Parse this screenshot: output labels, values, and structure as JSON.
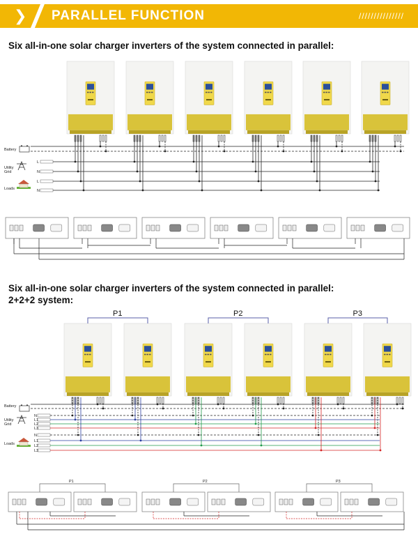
{
  "banner": {
    "title": "PARALLEL FUNCTION",
    "arrow_glyph": "❯",
    "hatch": "///////////////"
  },
  "section1": {
    "heading": "Six all-in-one solar charger inverters of the system connected in parallel:",
    "inverter_count": 6,
    "labels": {
      "battery": "Battery",
      "utility": "Utility Grid",
      "loads": "Loads"
    },
    "terminals": [
      "L",
      "N",
      "L",
      "N"
    ]
  },
  "section2": {
    "heading_line1": "Six all-in-one solar charger inverters of the system connected in parallel:",
    "heading_line2": "2+2+2 system:",
    "groups": [
      "P1",
      "P2",
      "P3"
    ],
    "labels": {
      "battery": "Battery",
      "utility": "Utility Grid",
      "loads": "Loads"
    },
    "grid_terminals": [
      "N",
      "L1",
      "L2",
      "L3"
    ],
    "load_terminals": [
      "N",
      "L1",
      "L2",
      "L3"
    ]
  },
  "colors": {
    "accent": "#f2b705",
    "inverter_body": "#f4f4f2",
    "inverter_band": "#d9c33a",
    "display": "#f0d84a",
    "wire_black": "#222222",
    "phase_blue": "#2a3fa0",
    "phase_green": "#1f9a4a",
    "phase_red": "#d42424",
    "group_line": "#5a5fa8"
  }
}
